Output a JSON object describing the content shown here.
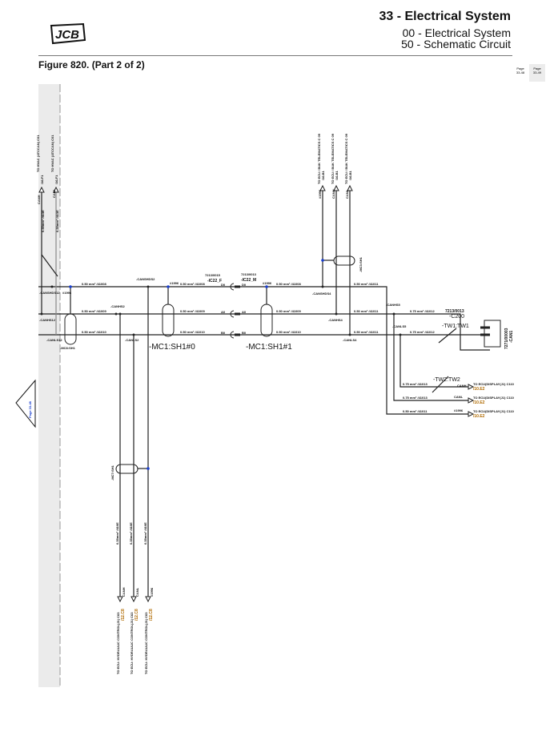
{
  "header": {
    "section": "33 - Electrical System",
    "subsection": "00 - Electrical System",
    "topic": "50 - Schematic Circuit",
    "logo": "JCB"
  },
  "figure": {
    "title": "Figure 820. (Part 2 of 2)"
  },
  "page_links": [
    {
      "label": "Page",
      "ref": "33-48"
    },
    {
      "label": "Page",
      "ref": "33-49"
    }
  ],
  "left_page_ref": "Page 33-48",
  "schematic": {
    "wire_spec_050": "0.50 mm²",
    "wire_spec_075": "0.75 mm²",
    "top_left": {
      "dest1": "TO HVAC (ATCCAN) C01",
      "dest2": "TO HVAC (ATCCAN) C01",
      "pin": "/16.F1",
      "sig1": "CANH",
      "sig2": "CANL",
      "wire": "0.35mm² /413E"
    },
    "splices": {
      "canshds12": "-CANSHDS12",
      "hs12": "-CANHS12",
      "canls12": "-CANLS12",
      "canshds2": "-CANSHDS2",
      "canhs2": "-CANHS2",
      "canls2": "-CANLS2",
      "canshds4": "-CANSHDS4",
      "canhs4": "-CANHS4",
      "canls4": "-CANLS4",
      "canhs5": "-CANHS5",
      "canls5": "-CANLS5"
    },
    "shields": {
      "mc8": "-MC8:SH1",
      "mc1a": "-MC1:SH1#0",
      "mc1b": "-MC1:SH1#1",
      "mc3": "-MC3:SH1",
      "mc7": "-MC7:SH1"
    },
    "net_1996": "#1996",
    "ic22f": {
      "part": "7213/0015",
      "name": "-IC22_F"
    },
    "ic22m": {
      "part": "7213/0013",
      "name": "-IC22_M"
    },
    "pins": {
      "shd": "D0",
      "h": "A0",
      "l": "B0"
    },
    "wire_ids": {
      "w1": "/41008",
      "w2": "/41009",
      "w3": "/41010",
      "w4": "/41011",
      "w5": "/41012",
      "w6": "/41013"
    },
    "telematics": {
      "dest": "TO ECU / BUK TELEMATICS C 09",
      "pin": "/16.B1",
      "sig": [
        "#1996",
        "CANH",
        "CANL"
      ]
    },
    "c200": {
      "part": "7213/0013",
      "name": "-C200",
      "tw1": "-TW1:TW1",
      "can1_part": "7271/00003",
      "can1": "-CAN1"
    },
    "display": {
      "dest": "TO ECU(DISPLAY(J1) C110",
      "pin": "/10.E2",
      "tw2": "-TW2:TW2",
      "sig": [
        "CANH",
        "CANL",
        "#1996"
      ]
    },
    "hydraulic": {
      "dest": "TO ECU: HYDRAULIC CONTROL(J1) C63",
      "pin": "/12.C8",
      "sig": [
        "CANH",
        "CANL",
        "#1996"
      ],
      "wire": "0.35mm² /410E"
    }
  },
  "colors": {
    "accent_blue": "#1a3fd0",
    "label_orange": "#b06a00",
    "margin_gray": "#ebebeb"
  }
}
